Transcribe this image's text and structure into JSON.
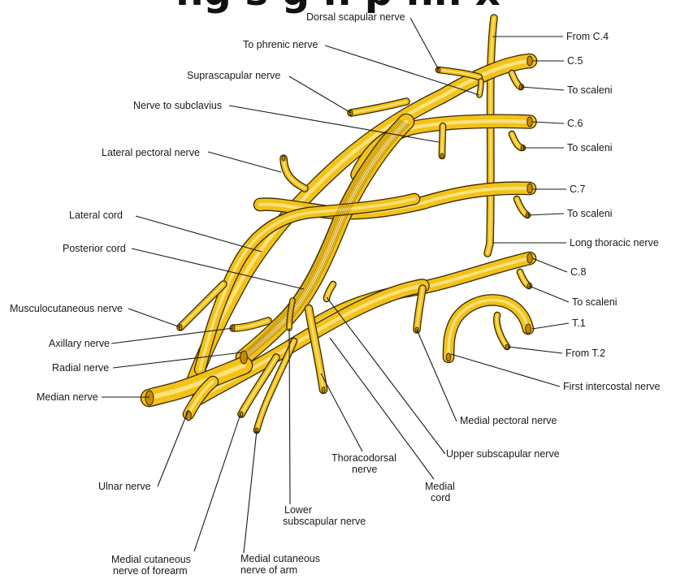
{
  "title_fragment": "ng   s   g  n   p   nn   x",
  "labels": {
    "dorsal_scapular": "Dorsal scapular nerve",
    "to_phrenic": "To phrenic nerve",
    "suprascapular": "Suprascapular nerve",
    "nerve_to_subclavius": "Nerve to subclavius",
    "lateral_pectoral": "Lateral pectoral nerve",
    "lateral_cord": "Lateral cord",
    "posterior_cord": "Posterior cord",
    "musculocutaneous": "Musculocutaneous nerve",
    "axillary": "Axillary nerve",
    "radial": "Radial nerve",
    "median": "Median nerve",
    "ulnar": "Ulnar nerve",
    "medial_cutaneous_forearm_1": "Medial cutaneous",
    "medial_cutaneous_forearm_2": "nerve of forearm",
    "medial_cutaneous_arm_1": "Medial cutaneous",
    "medial_cutaneous_arm_2": "nerve of arm",
    "lower_subscapular_1": "Lower",
    "lower_subscapular_2": "subscapular nerve",
    "thoracodorsal_1": "Thoracodorsal",
    "thoracodorsal_2": "nerve",
    "medial_cord_1": "Medial",
    "medial_cord_2": "cord",
    "upper_subscapular": "Upper subscapular nerve",
    "medial_pectoral": "Medial pectoral nerve",
    "first_intercostal": "First intercostal nerve",
    "from_t2": "From T.2",
    "t1": "T.1",
    "to_scaleni_4": "To scaleni",
    "c8": "C.8",
    "long_thoracic": "Long thoracic nerve",
    "to_scaleni_3": "To scaleni",
    "c7": "C.7",
    "to_scaleni_2": "To scaleni",
    "c6": "C.6",
    "to_scaleni_1": "To scaleni",
    "c5": "C.5",
    "from_c4": "From C.4"
  },
  "colors": {
    "nerve_fill": "#f2c21a",
    "nerve_outline": "#3a2a00",
    "nerve_highlight": "#ffe27a",
    "label_text": "#1a1a1a",
    "background": "#ffffff"
  }
}
